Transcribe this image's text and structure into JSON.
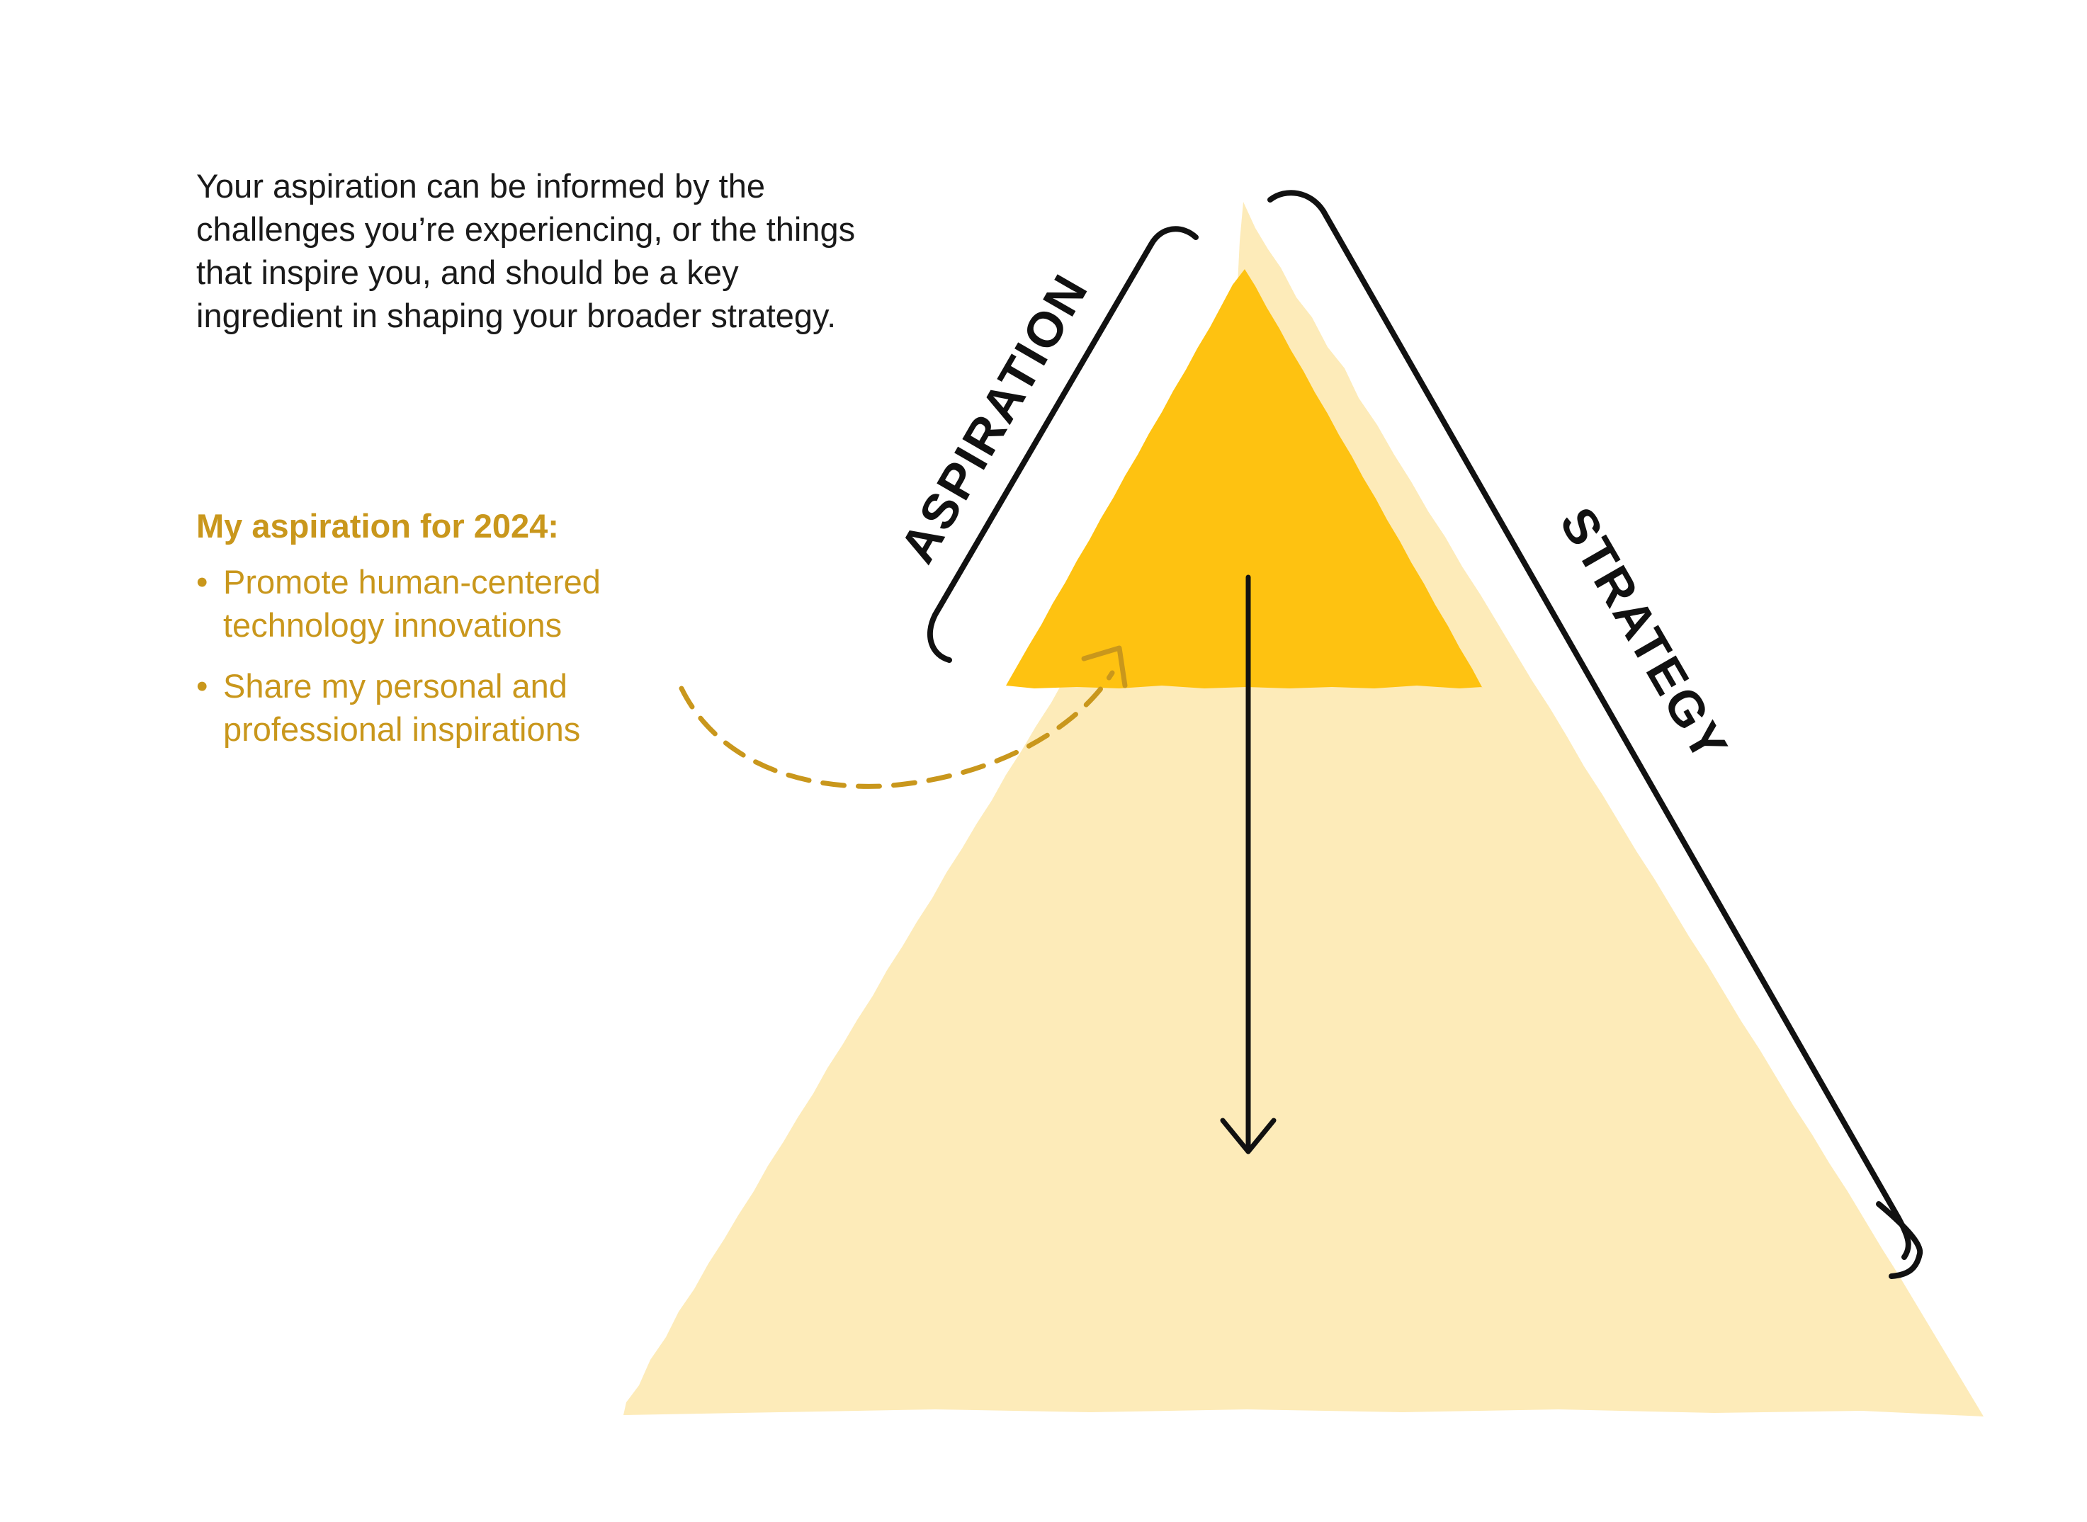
{
  "intro_text": "Your aspiration can be informed by the challenges you’re experiencing, or the things that inspire you, and should be a key ingredient in shaping your broader strategy.",
  "aspiration": {
    "heading": "My aspiration for 2024:",
    "bullet_symbol": "•",
    "items": [
      "Promote human-centered technology innovations",
      "Share my personal and professional inspirations"
    ]
  },
  "pyramid": {
    "top_label": "ASPIRATION",
    "side_label": "STRATEGY"
  },
  "colors": {
    "pyramid_outer": "#fdebb9",
    "pyramid_inner": "#fec211",
    "accent_text": "#c9971c",
    "ink": "#111111"
  }
}
